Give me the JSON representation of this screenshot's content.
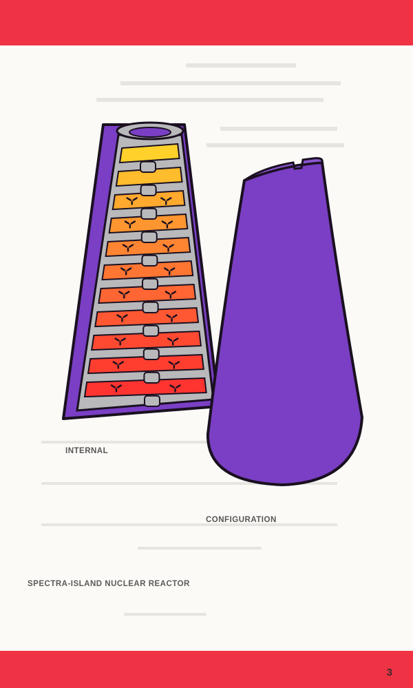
{
  "captions": {
    "internal": "INTERNAL",
    "configuration": "CONFIGURATION",
    "title": "SPECTRA-ISLAND NUCLEAR REACTOR"
  },
  "page_number": "3",
  "colors": {
    "band_red": "#ef3345",
    "paper": "#fbfaf7",
    "reactor_purple": "#7a3fc4",
    "frame_gray": "#b9b9bb",
    "outline": "#1a1020"
  },
  "fuel_shelves": [
    {
      "color": "#ffd12a"
    },
    {
      "color": "#ffbc2c"
    },
    {
      "color": "#ffa92e"
    },
    {
      "color": "#ff9630"
    },
    {
      "color": "#ff8532"
    },
    {
      "color": "#ff7633"
    },
    {
      "color": "#ff6633"
    },
    {
      "color": "#ff5832"
    },
    {
      "color": "#ff4a31"
    },
    {
      "color": "#ff3e30"
    },
    {
      "color": "#ff3430"
    }
  ]
}
